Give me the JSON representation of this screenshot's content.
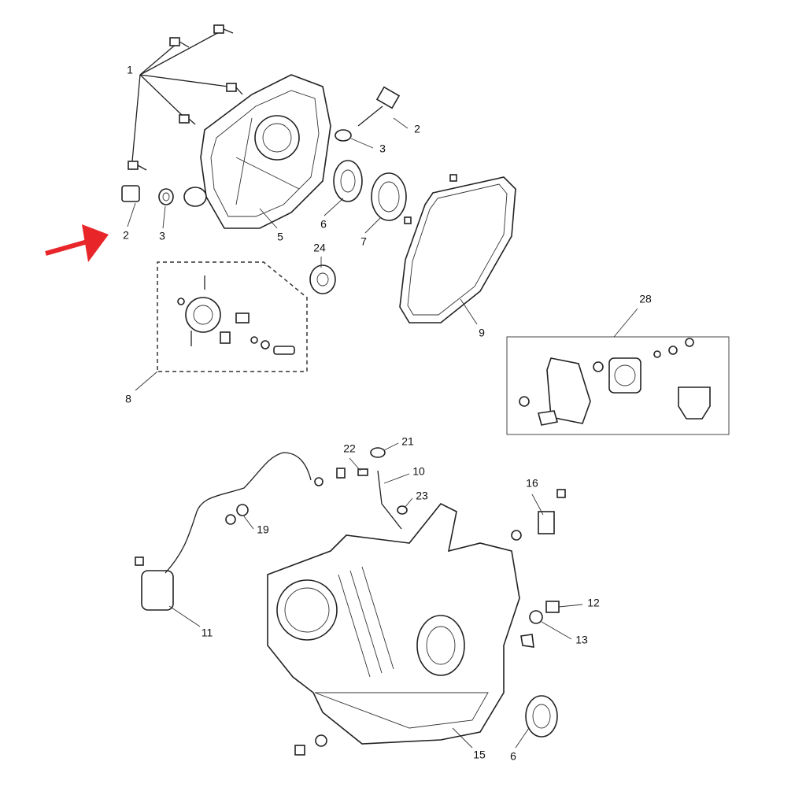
{
  "diagram": {
    "title": "Engine crankcase exploded parts diagram",
    "highlight_color": "#e8262a",
    "callouts": [
      "1",
      "2",
      "3",
      "2",
      "3",
      "5",
      "6",
      "7",
      "24",
      "9",
      "28",
      "8",
      "21",
      "22",
      "10",
      "23",
      "16",
      "19",
      "11",
      "12",
      "13",
      "15",
      "6"
    ]
  }
}
